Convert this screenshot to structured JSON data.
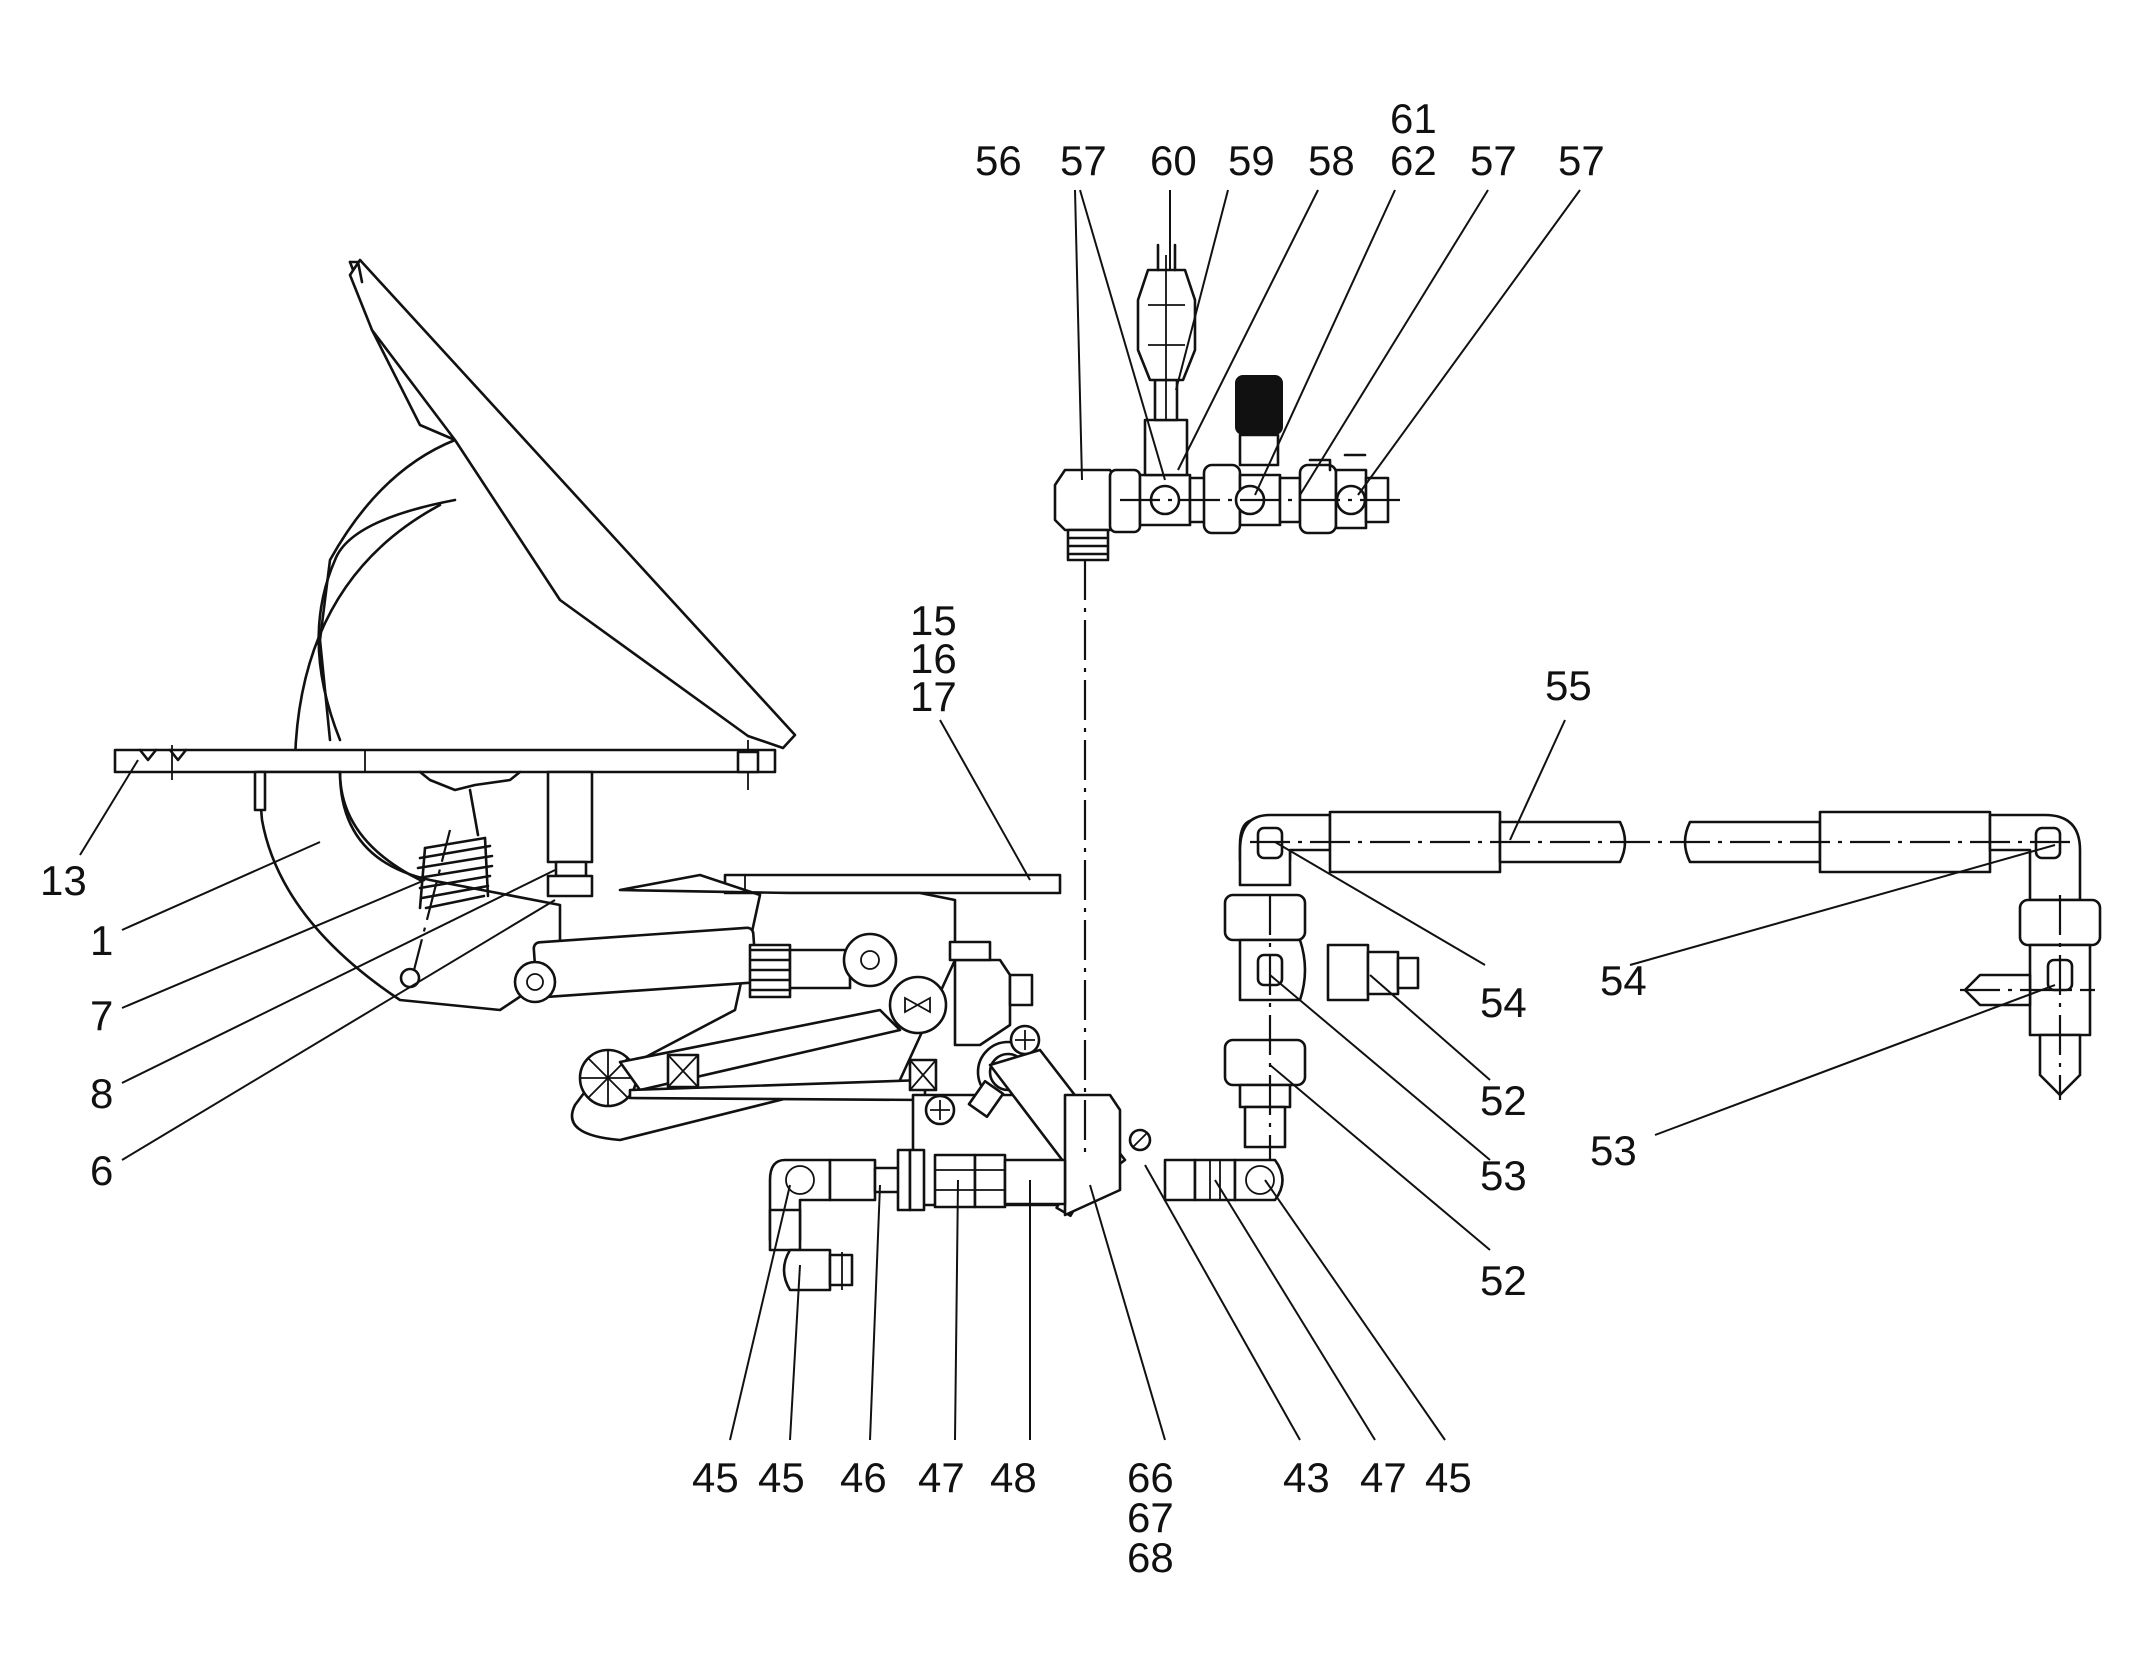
{
  "diagram": {
    "title": "",
    "labels": {
      "l13": "13",
      "l1": "1",
      "l7": "7",
      "l8": "8",
      "l6": "6",
      "l15": "15",
      "l16": "16",
      "l17": "17",
      "l56": "56",
      "l57a": "57",
      "l60": "60",
      "l59": "59",
      "l58": "58",
      "l61": "61",
      "l62": "62",
      "l57b": "57",
      "l57c": "57",
      "l55": "55",
      "l54a": "54",
      "l54b": "54",
      "l52a": "52",
      "l53a": "53",
      "l52b": "52",
      "l53b": "53",
      "l45a": "45",
      "l45b": "45",
      "l46": "46",
      "l47a": "47",
      "l48": "48",
      "l66": "66",
      "l67": "67",
      "l68": "68",
      "l43": "43",
      "l47b": "47",
      "l45c": "45"
    }
  }
}
